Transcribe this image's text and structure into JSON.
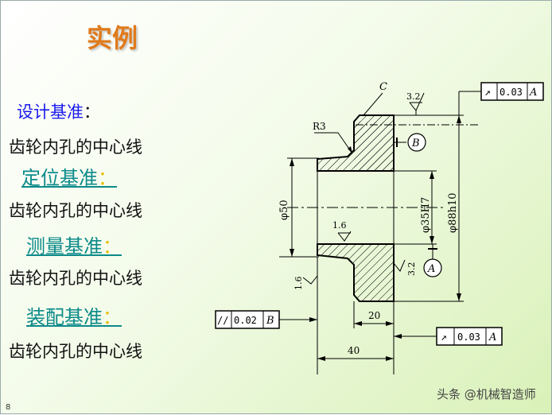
{
  "slide": {
    "title": "实例",
    "page_number": "8",
    "watermark": "头条 @机械智造师"
  },
  "items": [
    {
      "heading": "设计基准",
      "colon": "：",
      "text": "齿轮内孔的中心线"
    },
    {
      "heading": "定位基准",
      "colon": "：",
      "text": "齿轮内孔的中心线"
    },
    {
      "heading": "测量基准",
      "colon": "：",
      "text": "齿轮内孔的中心线"
    },
    {
      "heading": "装配基准",
      "colon": "：",
      "text": "齿轮内孔的中心线"
    }
  ],
  "drawing": {
    "chamfer_label": "C",
    "roughness_top": "3.2",
    "radius_label": "R3",
    "datum_b": "B",
    "datum_a": "A",
    "dim_phi50": "φ50",
    "dim_phi35h7": "φ35H7",
    "dim_phi88h10": "φ88h10",
    "roughness_bore": "1.6",
    "roughness_side_left": "1.6",
    "roughness_side_right": "3.2",
    "dim_20": "20",
    "dim_40": "40",
    "fcf_top": {
      "symbol": "↗",
      "value": "0.03",
      "datum": "A"
    },
    "fcf_left": {
      "symbol": "//",
      "value": "0.02",
      "datum": "B"
    },
    "fcf_right": {
      "symbol": "↗",
      "value": "0.03",
      "datum": "A"
    }
  }
}
